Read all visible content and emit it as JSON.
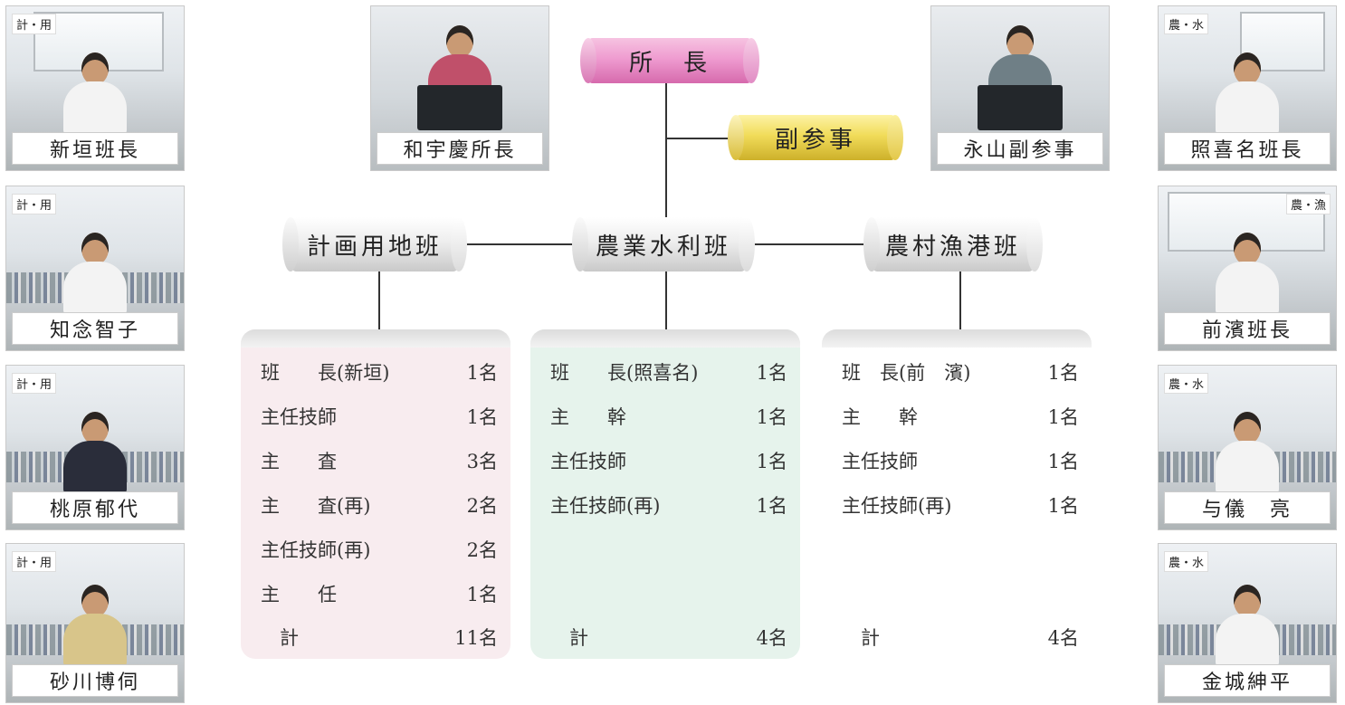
{
  "director": {
    "label": "所　長"
  },
  "deputy": {
    "label": "副参事"
  },
  "teams": {
    "planning": "計画用地班",
    "water": "農業水利班",
    "fishery": "農村漁港班"
  },
  "header_photos": {
    "director_name": "和宇慶所長",
    "deputy_name": "永山副参事"
  },
  "left_photos": [
    {
      "tag": "計・用",
      "name": "新垣班長"
    },
    {
      "tag": "計・用",
      "name": "知念智子"
    },
    {
      "tag": "計・用",
      "name": "桃原郁代"
    },
    {
      "tag": "計・用",
      "name": "砂川博伺"
    }
  ],
  "right_photos": [
    {
      "tag": "農・水",
      "name": "照喜名班長"
    },
    {
      "tag": "農・漁",
      "name": "前濱班長"
    },
    {
      "tag": "農・水",
      "name": "与儀　亮"
    },
    {
      "tag": "農・水",
      "name": "金城紳平"
    }
  ],
  "staff": {
    "planning": [
      {
        "role": "班　　長(新垣)",
        "count": "1名"
      },
      {
        "role": "主任技師",
        "count": "1名"
      },
      {
        "role": "主　　査",
        "count": "3名"
      },
      {
        "role": "主　　査(再)",
        "count": "2名"
      },
      {
        "role": "主任技師(再)",
        "count": "2名"
      },
      {
        "role": "主　　任",
        "count": "1名"
      },
      {
        "role": "　計",
        "count": "11名"
      }
    ],
    "water": [
      {
        "role": "班　　長(照喜名)",
        "count": "1名"
      },
      {
        "role": "主　　幹",
        "count": "1名"
      },
      {
        "role": "主任技師",
        "count": "1名"
      },
      {
        "role": "主任技師(再)",
        "count": "1名"
      },
      {
        "role": "　計",
        "count": "4名"
      }
    ],
    "fishery": [
      {
        "role": "班　長(前　濱)",
        "count": "1名"
      },
      {
        "role": "主　　幹",
        "count": "1名"
      },
      {
        "role": "主任技師",
        "count": "1名"
      },
      {
        "role": "主任技師(再)",
        "count": "1名"
      },
      {
        "role": "　計",
        "count": "4名"
      }
    ]
  },
  "colors": {
    "director": "#ef9cd0",
    "deputy": "#f1dc5a",
    "planning_box": "#f8ecef",
    "water_box": "#e6f3ec"
  }
}
